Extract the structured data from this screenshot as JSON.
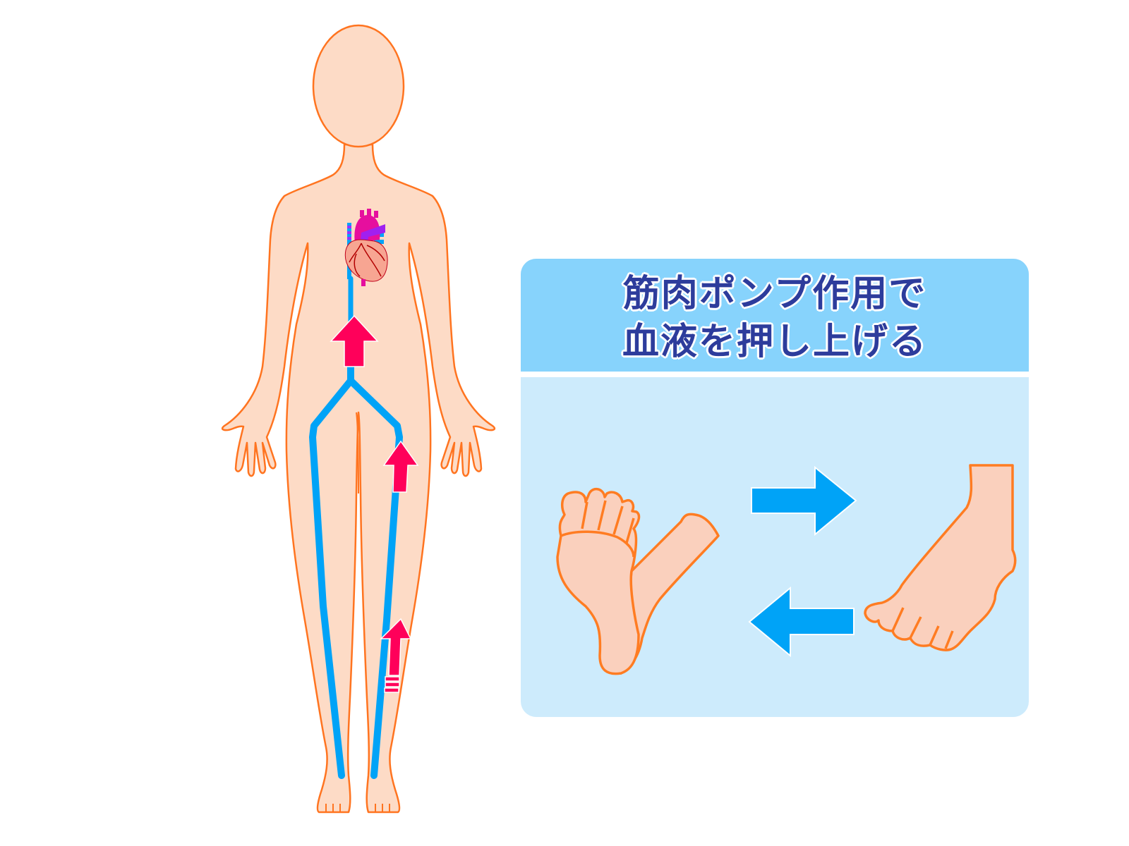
{
  "panel": {
    "title_line1": "筋肉ポンプ作用で",
    "title_line2": "血液を押し上げる",
    "header_color": "#87d3fc",
    "body_color": "#cdebfc",
    "title_color": "#2d3c9c"
  },
  "figure": {
    "body_illustration": "human-body-front",
    "organs": [
      "heart-icon"
    ],
    "vein_color": "#00a3f7",
    "flow_arrow_color": "#ff005a",
    "skin_color": "#fddbc6",
    "outline_color": "#ff7420",
    "flow_arrows": [
      {
        "name": "flow-arrow-torso",
        "direction": "up"
      },
      {
        "name": "flow-arrow-thigh",
        "direction": "up"
      },
      {
        "name": "flow-arrow-calf",
        "direction": "up"
      }
    ],
    "cycle_arrows": [
      {
        "name": "arrow-right",
        "direction": "right"
      },
      {
        "name": "arrow-left",
        "direction": "left"
      }
    ],
    "feet": [
      {
        "name": "foot-flexed",
        "state": "plantar-view"
      },
      {
        "name": "foot-pointed",
        "state": "side-view"
      }
    ]
  }
}
